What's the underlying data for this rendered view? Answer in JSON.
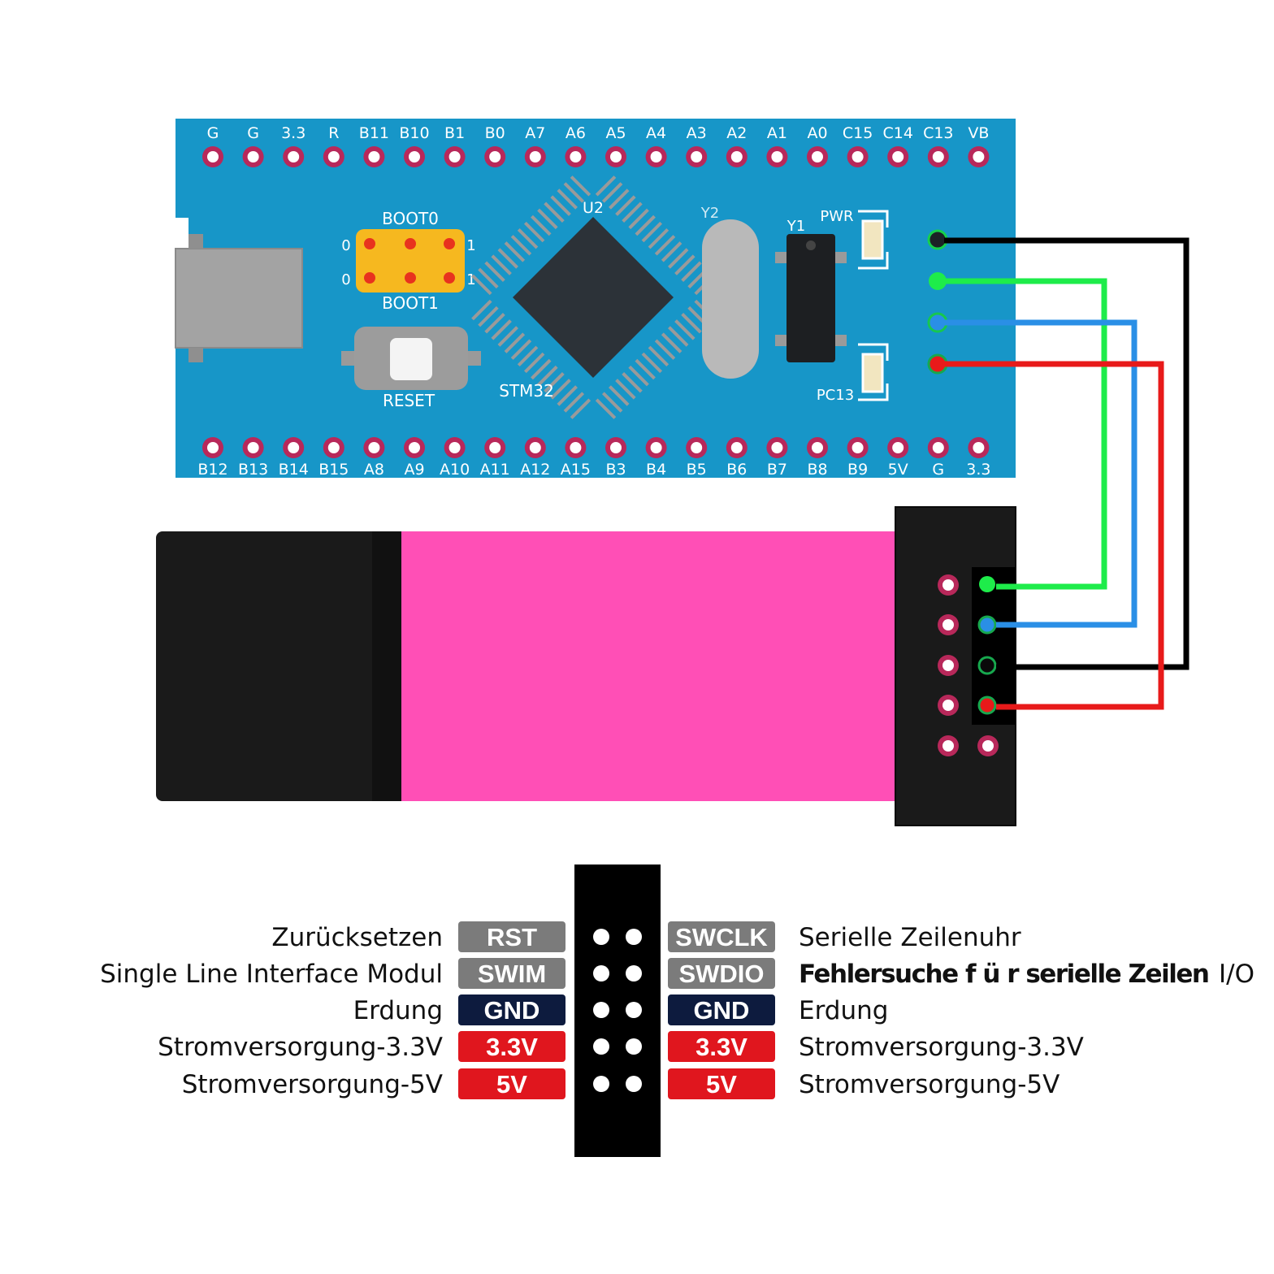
{
  "colors": {
    "board": "#1796c8",
    "pad_ring": "#b8285a",
    "pad_fill": "#ffffff",
    "boot_block": "#f6b81f",
    "ribbon": "#ff4fb6",
    "connector": "#1a1a1a",
    "wire_black": "#000000",
    "wire_green": "#1eec4a",
    "wire_blue": "#2a8fe6",
    "wire_red": "#e81a1a",
    "badge_gray": "#7b7b7b",
    "badge_navy": "#0d1b3e",
    "badge_red": "#e0161e"
  },
  "board": {
    "top_pins": [
      "G",
      "G",
      "3.3",
      "R",
      "B11",
      "B10",
      "B1",
      "B0",
      "A7",
      "A6",
      "A5",
      "A4",
      "A3",
      "A2",
      "A1",
      "A0",
      "C15",
      "C14",
      "C13",
      "VB"
    ],
    "bottom_pins": [
      "B12",
      "B13",
      "B14",
      "B15",
      "A8",
      "A9",
      "A10",
      "A11",
      "A12",
      "A15",
      "B3",
      "B4",
      "B5",
      "B6",
      "B7",
      "B8",
      "B9",
      "5V",
      "G",
      "3.3"
    ],
    "boot0": "BOOT0",
    "boot1": "BOOT1",
    "boot_zero": "0",
    "boot_one": "1",
    "reset": "RESET",
    "chip_ref": "U2",
    "chip_name": "STM32",
    "crystal2": "Y2",
    "crystal1": "Y1",
    "led_pwr": "PWR",
    "led_pc13": "PC13"
  },
  "legend": {
    "rows": [
      {
        "left_text": "Zurücksetzen",
        "left_badge": "RST",
        "left_color": "badge_gray",
        "right_badge": "SWCLK",
        "right_color": "badge_gray",
        "right_text": "Serielle Zeilenuhr",
        "right_bold": false,
        "right_suffix": ""
      },
      {
        "left_text": "Single Line Interface Modul",
        "left_badge": "SWIM",
        "left_color": "badge_gray",
        "right_badge": "SWDIO",
        "right_color": "badge_gray",
        "right_text": "Fehlersuche f ü r serielle Zeilen",
        "right_bold": true,
        "right_suffix": "I/O"
      },
      {
        "left_text": "Erdung",
        "left_badge": "GND",
        "left_color": "badge_navy",
        "right_badge": "GND",
        "right_color": "badge_navy",
        "right_text": "Erdung",
        "right_bold": false,
        "right_suffix": ""
      },
      {
        "left_text": "Stromversorgung-3.3V",
        "left_badge": "3.3V",
        "left_color": "badge_red",
        "right_badge": "3.3V",
        "right_color": "badge_red",
        "right_text": "Stromversorgung-3.3V",
        "right_bold": false,
        "right_suffix": ""
      },
      {
        "left_text": "Stromversorgung-5V",
        "left_badge": "5V",
        "left_color": "badge_red",
        "right_badge": "5V",
        "right_color": "badge_red",
        "right_text": "Stromversorgung-5V",
        "right_bold": false,
        "right_suffix": ""
      }
    ]
  }
}
